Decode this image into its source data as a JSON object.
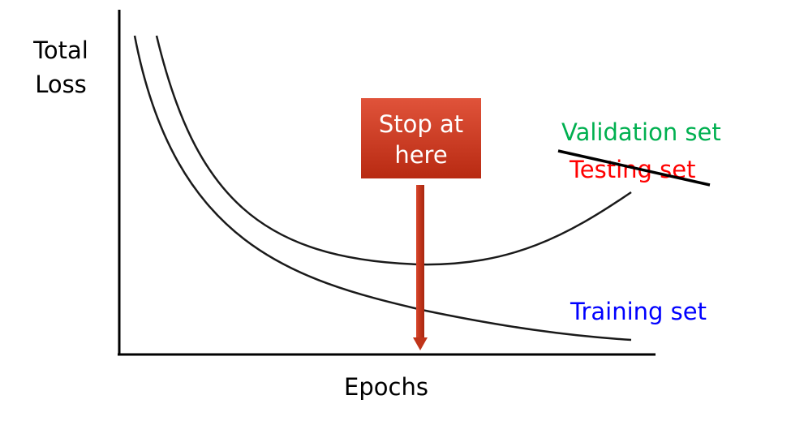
{
  "y_axis_label": [
    "Total",
    "Loss"
  ],
  "x_axis_label": "Epochs",
  "annotation": {
    "lines": [
      "Stop at",
      "here"
    ],
    "box_color": "#c8341b",
    "arrow_color": "#c8341b"
  },
  "curve_labels": {
    "validation": {
      "text": "Validation set",
      "color": "#00b050"
    },
    "testing": {
      "text": "Testing set",
      "color": "#ff0000",
      "struck_through": true
    },
    "training": {
      "text": "Training set",
      "color": "#0000ff"
    }
  }
}
